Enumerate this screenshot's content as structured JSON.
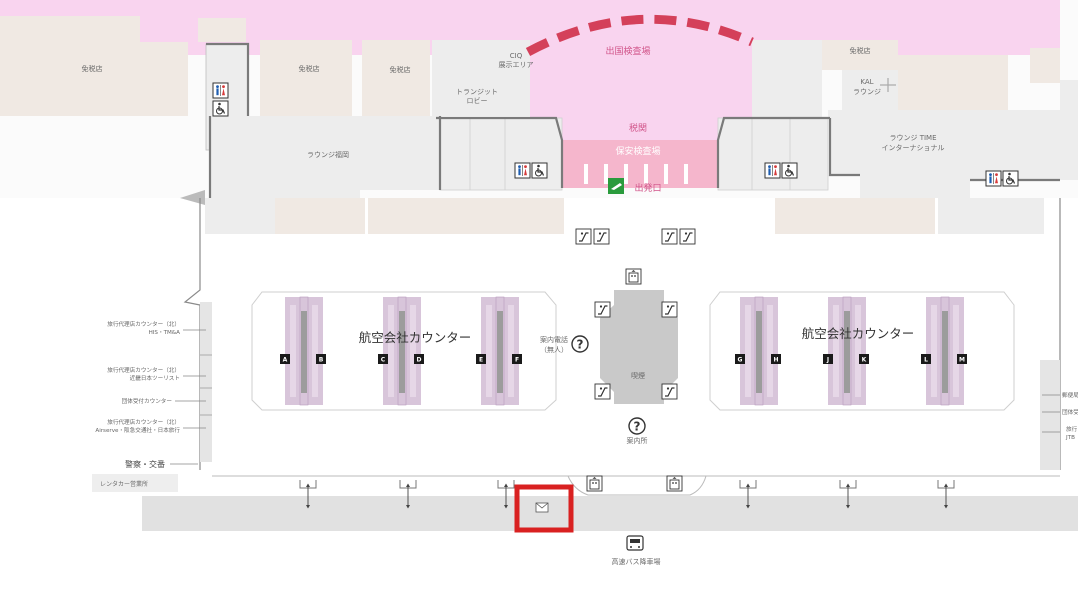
{
  "colors": {
    "restricted": "#f9d4ef",
    "duty_free": "#f0e9e3",
    "lounge": "#ededed",
    "hall": "#ffffff",
    "corridor": "#e1e1e1",
    "counter": "#d8c5da",
    "wall": "#7a7a7a",
    "label": "#6a6a6a",
    "pink_label": "#d1558a",
    "red_arc": "#d4405a",
    "highlight": "#d92121",
    "exit_green": "#2a9b3c",
    "security_pink": "#f5b6cc"
  },
  "labels": {
    "dutyfree_1": "免税店",
    "dutyfree_2": "免税店",
    "dutyfree_3": "免税店",
    "dutyfree_4": "免税店",
    "ciq_1": "CIQ",
    "ciq_2": "展示エリア",
    "departure_immigration": "出国検査場",
    "transit_1": "トランジット",
    "transit_2": "ロビー",
    "kal_1": "KAL",
    "kal_2": "ラウンジ",
    "customs": "税関",
    "security": "保安検査場",
    "lounge_fukuoka": "ラウンジ福岡",
    "lounge_time_1": "ラウンジ TIME",
    "lounge_time_2": "インターナショナル",
    "departure_gate": "出発口",
    "airline_counter_left": "航空会社カウンター",
    "airline_counter_right": "航空会社カウンター",
    "info_phone_1": "案内電話",
    "info_phone_2": "（無人）",
    "smoking": "喫煙",
    "info_desk": "案内所",
    "police": "警察・交番",
    "rental_car": "レンタカー営業所",
    "bus_stop": "高速バス降車場",
    "left_1a": "旅行代理店カウンター（北）",
    "left_1b": "HIS・TM&A",
    "left_2a": "旅行代理店カウンター（北）",
    "left_2b": "近畿日本ツーリスト",
    "left_3": "団体受付カウンター",
    "left_4a": "旅行代理店カウンター（北）",
    "left_4b": "Airserve・阪急交通社・日本旅行",
    "right_1": "郵便局",
    "right_2": "団体受付",
    "right_3a": "旅行",
    "right_3b": "JTB"
  },
  "counters": [
    "A",
    "B",
    "C",
    "D",
    "E",
    "F",
    "G",
    "H",
    "J",
    "K",
    "L",
    "M"
  ],
  "icons": {
    "restroom": "restroom-icon",
    "wheelchair": "wheelchair-icon",
    "information": "information-question-icon",
    "elevator": "elevator-icon",
    "escalator": "escalator-icon",
    "bus": "bus-icon",
    "postbox": "postbox-icon",
    "departure": "departure-plane-icon"
  }
}
